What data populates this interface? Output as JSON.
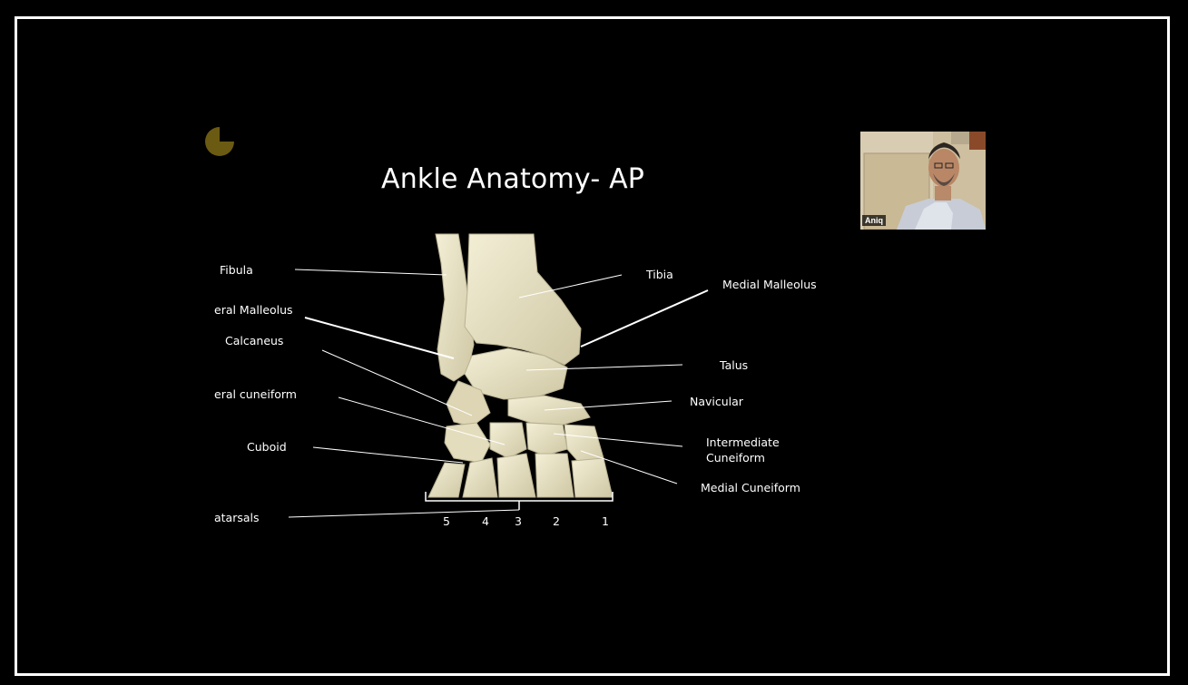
{
  "slide": {
    "title": "Ankle Anatomy- AP"
  },
  "labels": {
    "fibula": "Fibula",
    "lateral_malleolus": "eral Malleolus",
    "calcaneus": "Calcaneus",
    "lateral_cuneiform": "eral cuneiform",
    "cuboid": "Cuboid",
    "metatarsals": "atarsals",
    "tibia": "Tibia",
    "medial_malleolus": "Medial Malleolus",
    "talus": "Talus",
    "navicular": "Navicular",
    "intermediate_cuneiform_line1": "Intermediate",
    "intermediate_cuneiform_line2": "Cuneiform",
    "medial_cuneiform": "Medial Cuneiform"
  },
  "metatarsal_numbers": [
    "5",
    "4",
    "3",
    "2",
    "1"
  ],
  "participant": {
    "name": "Aniq"
  },
  "colors": {
    "background": "#000000",
    "frame": "#ffffff",
    "bone": "#ece6c8",
    "logo": "#6b5a12"
  }
}
